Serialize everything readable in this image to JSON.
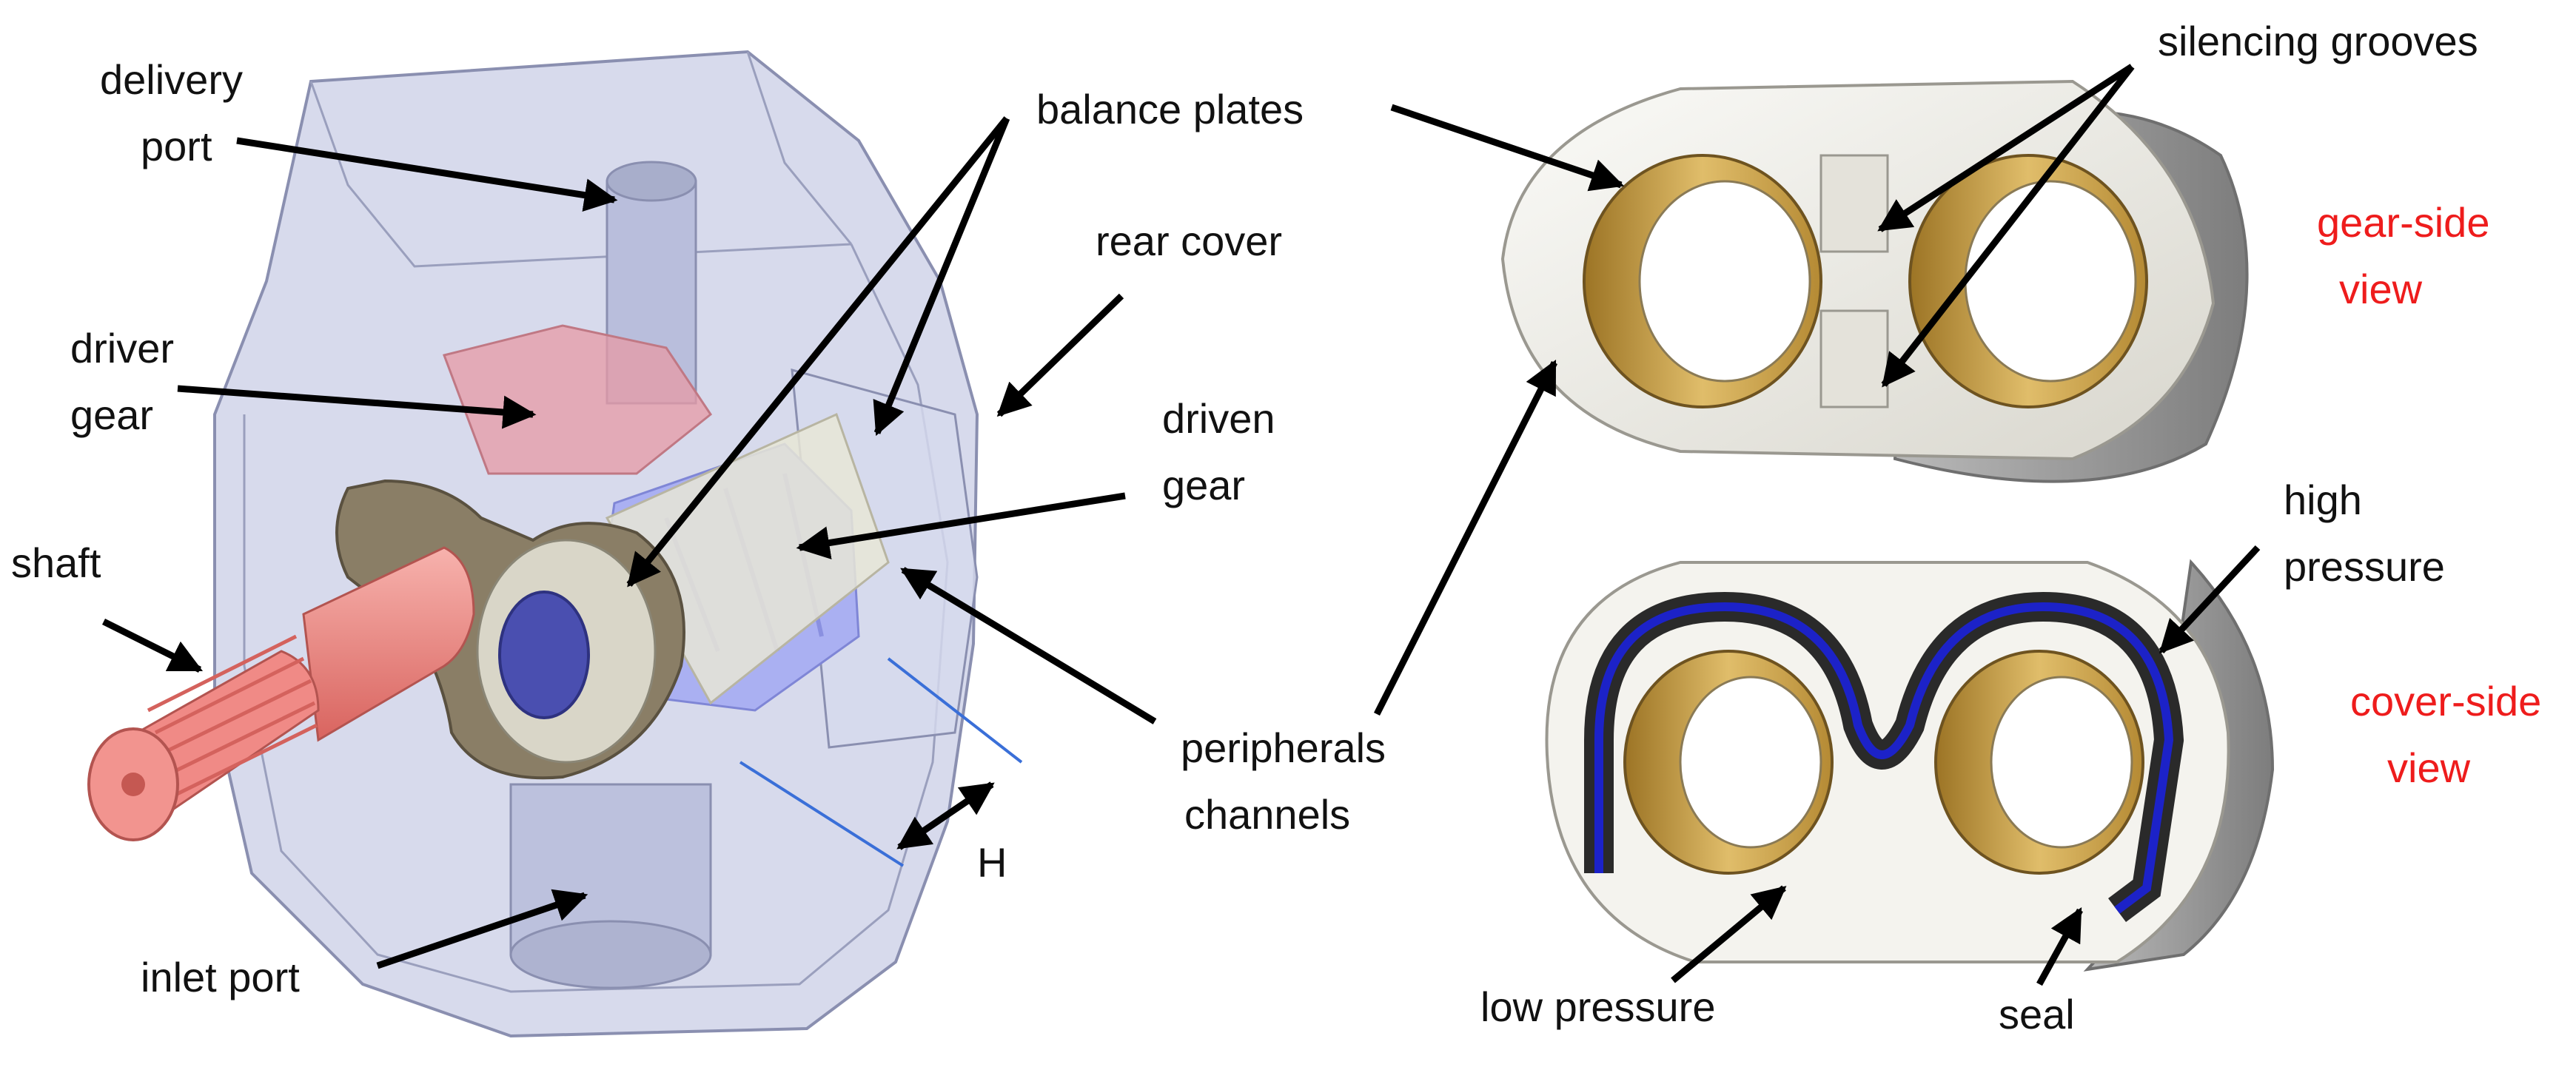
{
  "labels": {
    "delivery_port_1": "delivery",
    "delivery_port_2": "port",
    "balance_plates": "balance plates",
    "rear_cover": "rear cover",
    "driver_gear_1": "driver",
    "driver_gear_2": "gear",
    "driven_gear_1": "driven",
    "driven_gear_2": "gear",
    "shaft": "shaft",
    "peripherals_channels_1": "peripherals",
    "peripherals_channels_2": "channels",
    "h": "H",
    "inlet_port": "inlet port",
    "silencing_grooves": "silencing grooves",
    "gear_side_view_1": "gear-side",
    "gear_side_view_2": "view",
    "high_pressure_1": "high",
    "high_pressure_2": "pressure",
    "cover_side_view_1": "cover-side",
    "cover_side_view_2": "view",
    "low_pressure": "low pressure",
    "seal": "seal"
  },
  "colors": {
    "housing": "#c9cde6",
    "housing_edge": "#8a8fb0",
    "shaft": "#f08a86",
    "driven_gear": "#aab0f2",
    "balance_plate": "#f1efe6",
    "bushing": "#c79a3e",
    "seal": "#1c22c8",
    "seal_band": "#2a2a2a",
    "annotation_red": "#ee1c1c",
    "dimension_line": "#3a6fd8"
  }
}
